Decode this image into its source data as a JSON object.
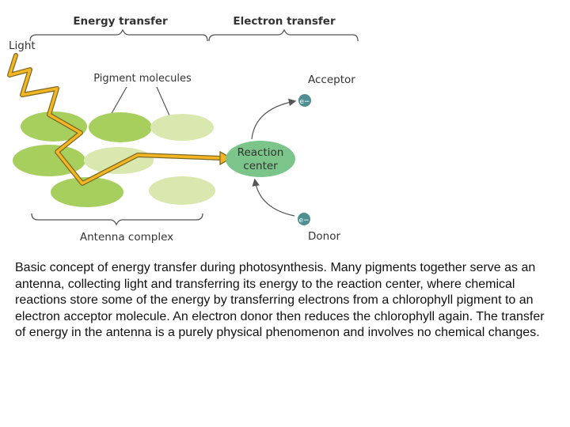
{
  "diagram": {
    "labels": {
      "energy_transfer": "Energy transfer",
      "electron_transfer": "Electron transfer",
      "light": "Light",
      "pigment_molecules": "Pigment molecules",
      "acceptor": "Acceptor",
      "donor": "Donor",
      "reaction_center_line1": "Reaction",
      "reaction_center_line2": "center",
      "antenna_complex": "Antenna complex",
      "electron_symbol": "e−"
    },
    "colors": {
      "pigment_dark": "#a7cf5e",
      "pigment_light": "#d9e8ae",
      "reaction_center": "#7cc58a",
      "light_arrow": "#f4b521",
      "light_arrow_outline": "#7a6a2a",
      "electron": "#4f8f93",
      "bracket": "#555555"
    }
  },
  "caption": "Basic concept of energy transfer during photosynthesis. Many pigments together serve as an antenna, collecting light and transferring its energy to the reaction center, where chemical reactions store some of the energy by transferring electrons from a chlorophyll pigment to an electron acceptor molecule. An electron donor then reduces the chlorophyll again. The transfer of energy in the antenna is a purely physical phenomenon and involves no chemical changes."
}
